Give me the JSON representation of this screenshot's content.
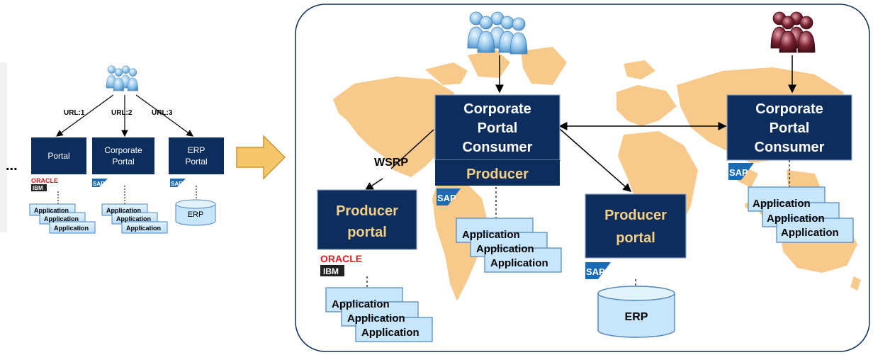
{
  "left": {
    "ellipsis": "...",
    "urls": [
      "URL:1",
      "URL:2",
      "URL:3"
    ],
    "portals": {
      "portal": [
        "Portal"
      ],
      "corporate": [
        "Corporate",
        "Portal"
      ],
      "erp_portal": [
        "ERP",
        "Portal"
      ]
    },
    "vendor_logos": {
      "oracle": "ORACLE",
      "ibm": "IBM",
      "sap": "SAP"
    },
    "app_label": "Application",
    "erp_db": "ERP"
  },
  "right": {
    "consumer_left": [
      "Corporate",
      "Portal",
      "Consumer"
    ],
    "producer_strip": "Producer",
    "consumer_right": [
      "Corporate",
      "Portal",
      "Consumer"
    ],
    "wsrp_label": "WSRP",
    "producer_oracle": [
      "Producer",
      "portal"
    ],
    "producer_sap": [
      "Producer",
      "portal"
    ],
    "app_label": "Application",
    "erp_db": "ERP",
    "vendor_logos": {
      "oracle": "ORACLE",
      "ibm": "IBM",
      "sap": "SAP"
    }
  },
  "colors": {
    "navy": "#0d2d5c",
    "producer_text": "#f4cf88",
    "map": "#f7c98b",
    "app_fill": "#c7e6fb",
    "app_border": "#4f84c0",
    "frame": "#0d2d5c",
    "arrow_fill": "#f6c66b",
    "user_blue": "#8fc3e8",
    "user_maroon": "#7a2232",
    "oracle_red": "#e21b23",
    "sap_blue": "#1a6bb5"
  }
}
